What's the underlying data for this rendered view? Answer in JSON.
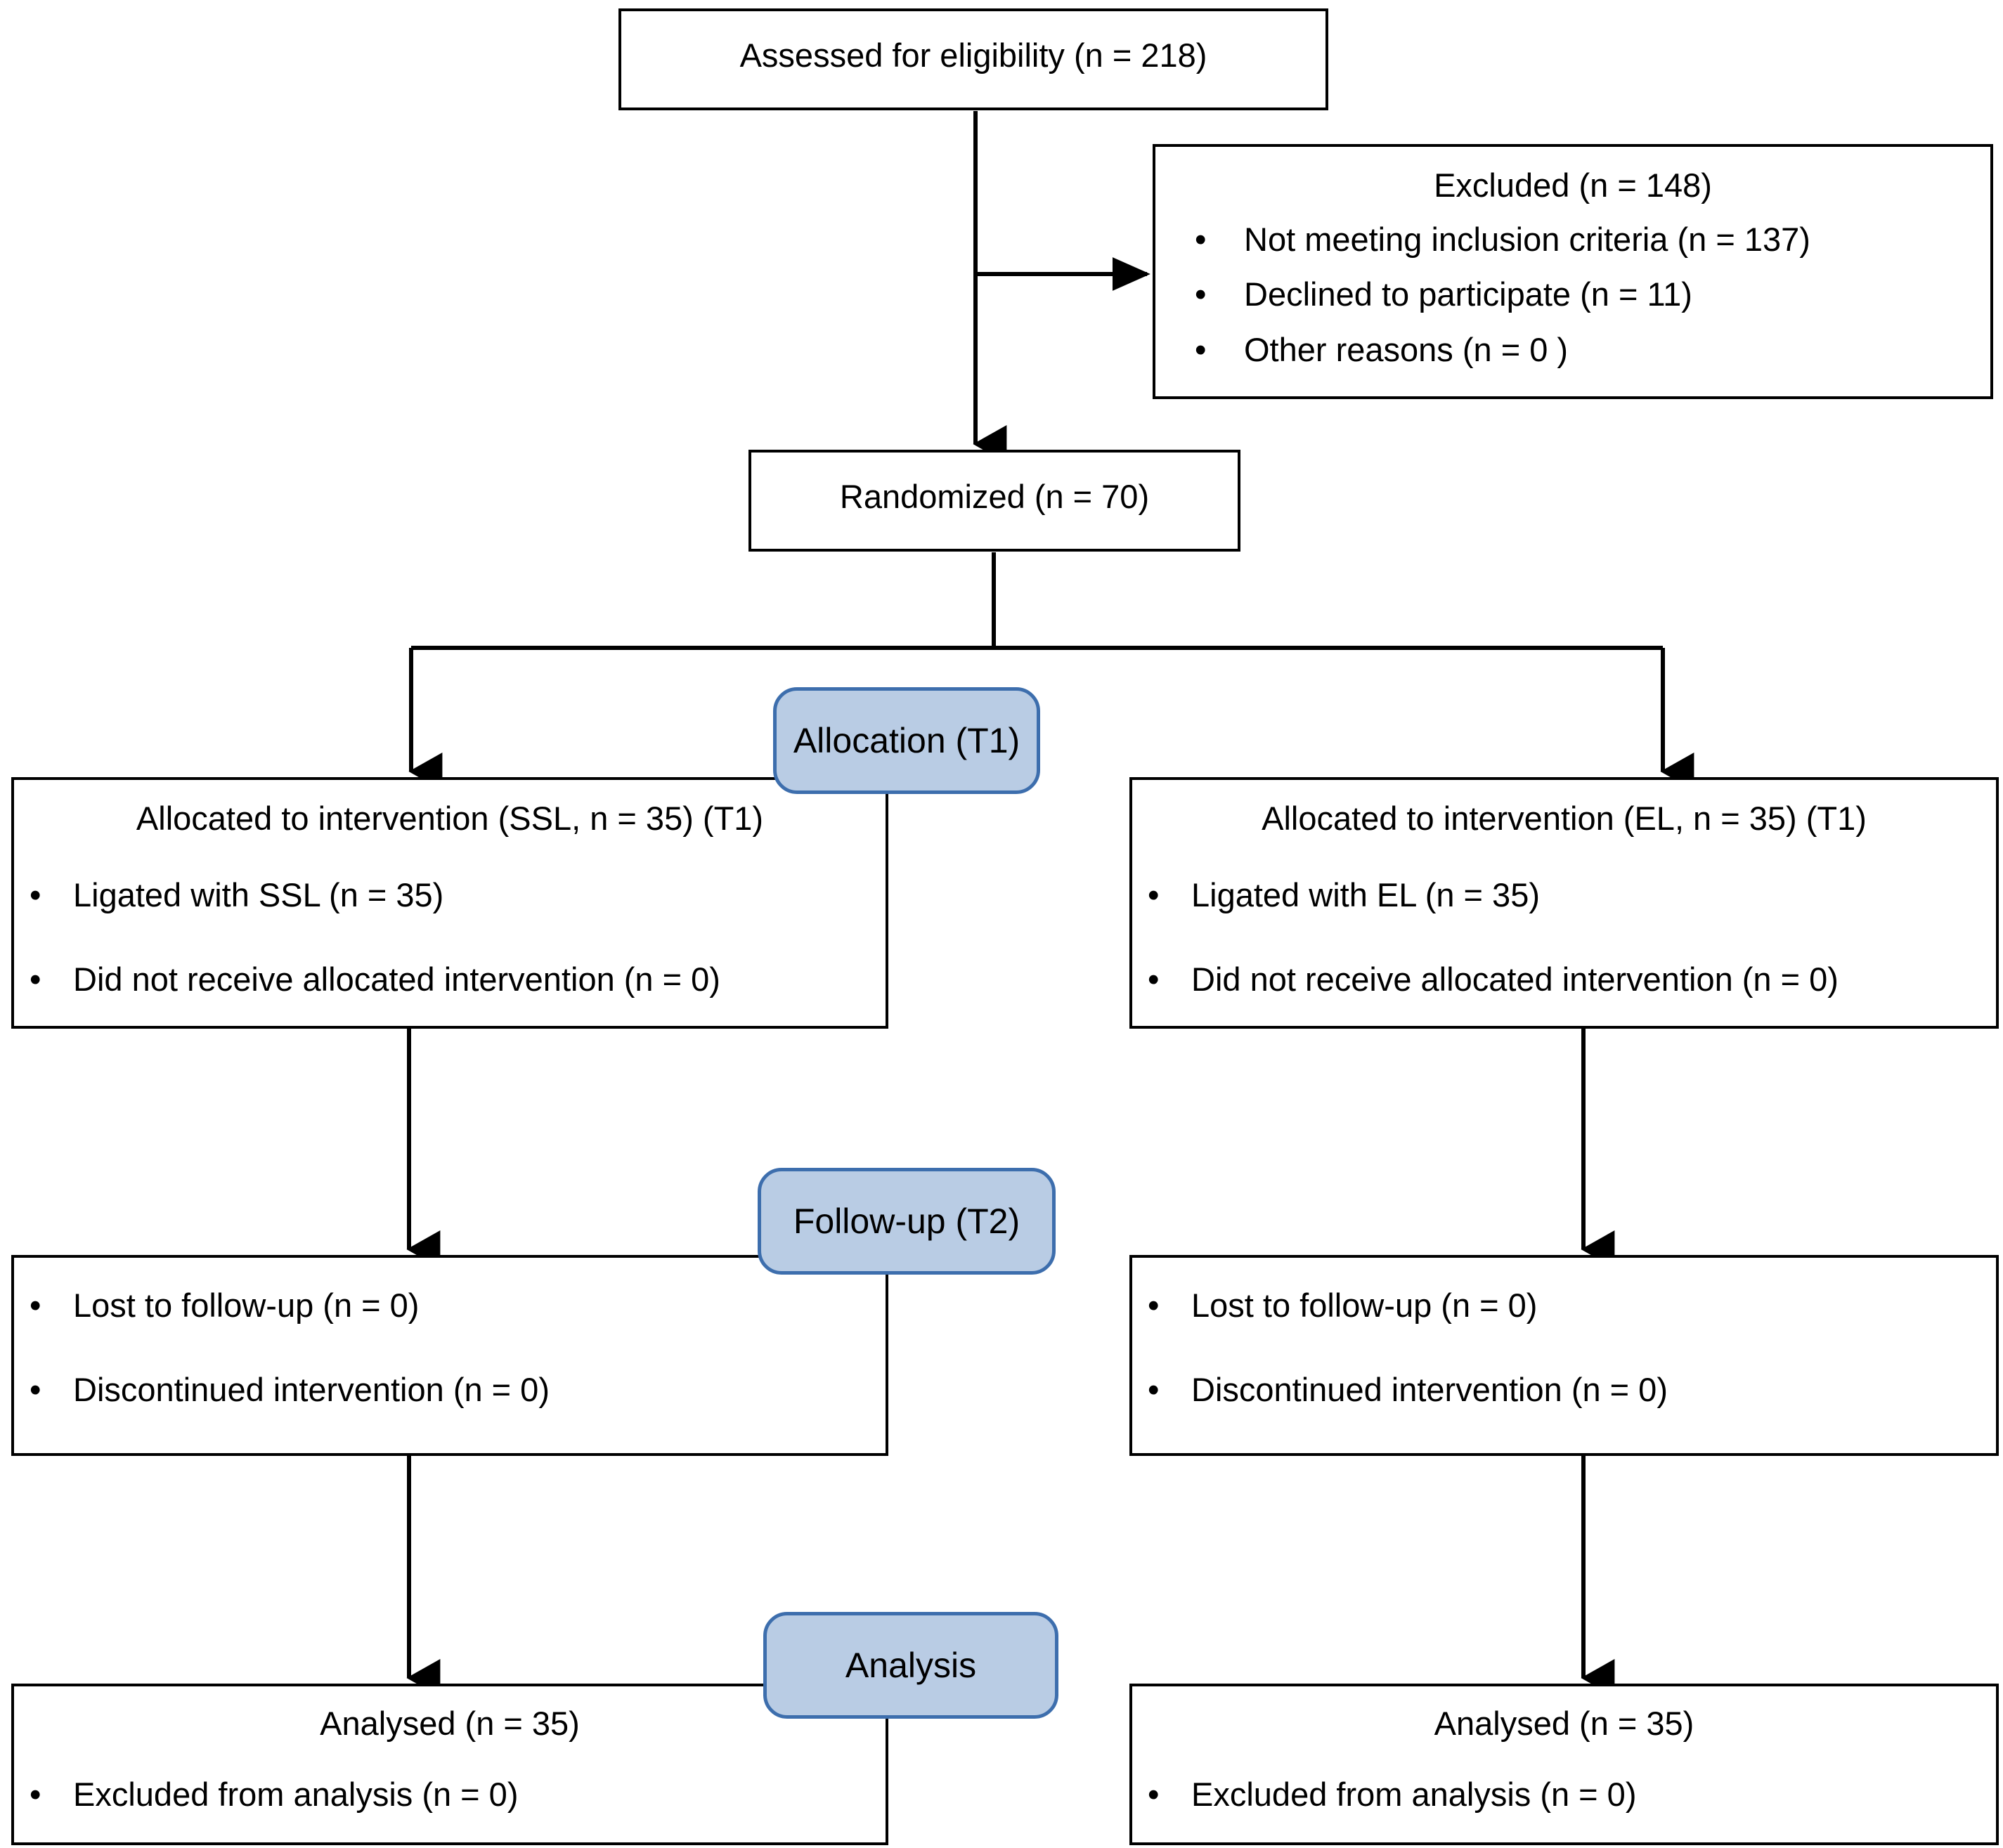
{
  "diagram": {
    "title": "CONSORT participant flow diagram",
    "colors": {
      "badge_fill": "#b9cce4",
      "badge_border": "#3d6ead",
      "box_border": "#000000",
      "text": "#000000",
      "background": "#ffffff"
    }
  },
  "nodes": {
    "eligibility": {
      "title": "Assessed for eligibility (n = 218)"
    },
    "excluded": {
      "title": "Excluded  (n = 148)",
      "bullets": [
        "Not meeting inclusion criteria (n = 137)",
        "Declined to participate (n = 11)",
        "Other reasons (n = 0 )"
      ]
    },
    "randomized": {
      "title": "Randomized (n = 70)"
    },
    "allocation_left": {
      "title": "Allocated to intervention   (SSL, n = 35) (T1)",
      "bullets": [
        "Ligated with SSL (n = 35)",
        "Did not receive  allocated intervention  (n = 0)"
      ]
    },
    "allocation_right": {
      "title": "Allocated to intervention   (EL, n = 35) (T1)",
      "bullets": [
        "Ligated with EL (n = 35)",
        "Did not receive  allocated intervention  (n = 0)"
      ]
    },
    "followup_left": {
      "bullets": [
        "Lost to follow-up (n = 0)",
        "Discontinued intervention (n = 0)"
      ]
    },
    "followup_right": {
      "bullets": [
        "Lost to follow-up (n = 0)",
        "Discontinued intervention (n = 0)"
      ]
    },
    "analysis_left": {
      "title": "Analysed  (n = 35)",
      "bullets": [
        "Excluded  from analysis  (n = 0)"
      ]
    },
    "analysis_right": {
      "title": "Analysed  (n = 35)",
      "bullets": [
        "Excluded  from analysis  (n = 0)"
      ]
    }
  },
  "stage_badges": {
    "allocation": "Allocation  (T1)",
    "followup": "Follow-up (T2)",
    "analysis": "Analysis"
  },
  "bullet_glyph": "•"
}
